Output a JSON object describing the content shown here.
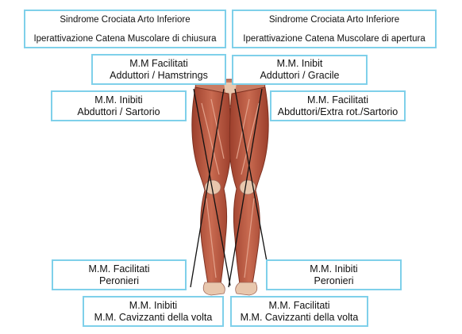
{
  "header_left": {
    "title": "Sindrome Crociata Arto Inferiore",
    "subtitle": "Iperattivazione Catena Muscolare di chiusura"
  },
  "header_right": {
    "title": "Sindrome Crociata Arto Inferiore",
    "subtitle": "Iperattivazione Catena Muscolare di apertura"
  },
  "boxes": {
    "facilitated_adductors": {
      "line1": "M.M Facilitati",
      "line2": "Adduttori /  Hamstrings"
    },
    "inhibited_adductors": {
      "line1": "M.M. Inibit",
      "line2": "Adduttori / Gracile"
    },
    "inhibited_abductors": {
      "line1": "M.M. Inibiti",
      "line2": "Abduttori / Sartorio"
    },
    "facilitated_abductors": {
      "line1": "M.M. Facilitati",
      "line2": "Abduttori/Extra rot./Sartorio"
    },
    "facilitated_peroneals": {
      "line1": "M.M. Facilitati",
      "line2": "Peronieri"
    },
    "inhibited_peroneals": {
      "line1": "M.M. Inibiti",
      "line2": "Peronieri"
    },
    "inhibited_arch": {
      "line1": "M.M. Inibiti",
      "line2": "M.M. Cavizzanti della volta"
    },
    "facilitated_arch": {
      "line1": "M.M. Facilitati",
      "line2": "M.M. Cavizzanti della volta"
    }
  },
  "colors": {
    "box_border": "#7fd0ea",
    "muscle": "#b5533c",
    "skin": "#e8c7ad",
    "cross_line": "#111111"
  }
}
